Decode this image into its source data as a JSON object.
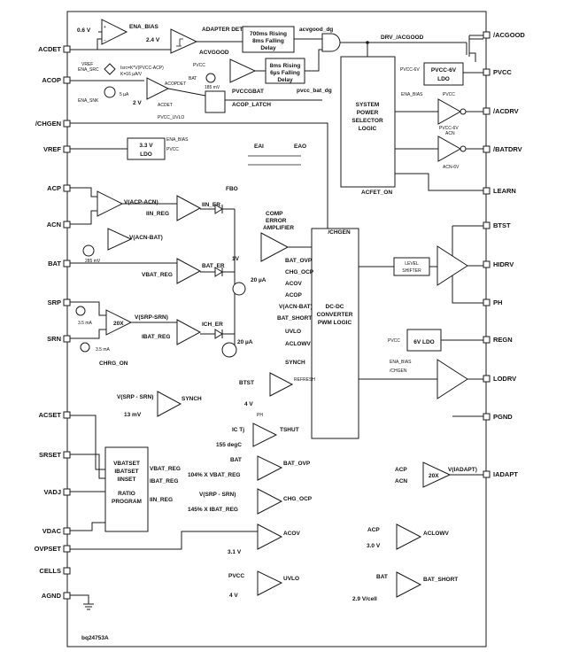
{
  "part_number": "bq24753A",
  "pins": {
    "left": [
      "ACDET",
      "ACOP",
      "/CHGEN",
      "VREF",
      "ACP",
      "ACN",
      "BAT",
      "SRP",
      "SRN",
      "ACSET",
      "SRSET",
      "VADJ",
      "VDAC",
      "OVPSET",
      "CELLS",
      "AGND"
    ],
    "right": [
      "/ACGOOD",
      "PVCC",
      "/ACDRV",
      "/BATDRV",
      "LEARN",
      "BTST",
      "HIDRV",
      "PH",
      "REGN",
      "LODRV",
      "PGND",
      "IADAPT"
    ]
  },
  "refs": {
    "v0p6": "0.6 V",
    "v2p4": "2.4 V",
    "vref": "VREF",
    "i5ua": "5 µA",
    "v2": "2 V",
    "pvcc": "PVCC",
    "bat": "BAT",
    "mv185": "185 mV",
    "acn": "ACN",
    "acp": "ACP",
    "mv285": "285 mV",
    "ma3p5": "3.5 mA",
    "gain20x": "20X",
    "ua20": "20 µA",
    "v1": "1V",
    "btst": "BTST",
    "v4": "4 V",
    "ph": "PH",
    "mv13": "13 mV",
    "ic_tj": "IC Tj",
    "degc155": "155 degC",
    "pct104": "104% X VBAT_REG",
    "pct145": "145% X IBAT_REG",
    "v3p1": "3.1 V",
    "v3p0": "3.0 V",
    "v2p9": "2.9 V/cell"
  },
  "formula": {
    "isrc": "Isrc=K*V(PVCC-ACP)",
    "k": "K=16 µA/V"
  },
  "signals": {
    "ena_bias": "ENA_BIAS",
    "acvgood": "ACVGOOD",
    "acvgood_dg": "acvgood_dg",
    "drv_acgood": "DRV_/ACGOOD",
    "ena_src": "ENA_SRC",
    "ena_snk": "ENA_SNK",
    "acopdet": "ACOPDET",
    "acdet": "ACDET",
    "pvcc_uvlo": "PVCC_UVLO",
    "acop_latch": "ACOP_LATCH",
    "pvccgbat": "PVCCGBAT",
    "pvcc_bat_dg": "pvcc_bat_dg",
    "acfet_on": "ACFET_ON",
    "pvcc_6v": "PVCC-6V",
    "acn_6v": "ACN-6V",
    "chgen": "/CHGEN",
    "v_acp_acn": "V(ACP-ACN)",
    "iin_er": "IIN_ER",
    "iin_reg": "IIN_REG",
    "v_acn_bat": "V(ACN-BAT)",
    "bat_er": "BAT_ER",
    "vbat_reg": "VBAT_REG",
    "v_srp_srn": "V(SRP-SRN)",
    "v_srp_srn_short": "V(SRP - SRN)",
    "ich_er": "ICH_ER",
    "ibat_reg": "IBAT_REG",
    "chrg_on": "CHRG_ON",
    "fbo": "FBO",
    "eai": "EAI",
    "eao": "EAO",
    "refresh": "REFRESH",
    "synch": "SYNCH",
    "tshut": "TSHUT",
    "bat_ovp": "BAT_OVP",
    "chg_ocp": "CHG_OCP",
    "v_iadapt": "V(IADAPT)",
    "acov": "ACOV",
    "aclowv": "ACLOWV",
    "uvlo": "UVLO",
    "bat_short": "BAT_SHORT"
  },
  "blocks": {
    "adapter_detected": "ADAPTER DETECTED",
    "delay_700": [
      "700ms Rising",
      "8ms Falling",
      "Delay"
    ],
    "delay_8": [
      "8ms Rising",
      "6µs Falling",
      "Delay"
    ],
    "selector": [
      "SYSTEM",
      "POWER",
      "SELECTOR",
      "LOGIC"
    ],
    "pvcc_ldo": [
      "PVCC-6V",
      "LDO"
    ],
    "ldo_3v3": [
      "3.3 V",
      "LDO"
    ],
    "comp_amp": [
      "COMP",
      "ERROR",
      "AMPLIFIER"
    ],
    "pwm": [
      "DC-DC",
      "CONVERTER",
      "PWM LOGIC"
    ],
    "level_shifter": [
      "LEVEL",
      "SHIFTER"
    ],
    "ldo_6v": [
      "6V LDO"
    ],
    "ratio": [
      "VBATSET",
      "IBATSET",
      "IINSET",
      "RATIO",
      "PROGRAM"
    ]
  },
  "faults": [
    "BAT_OVP",
    "CHG_OCP",
    "ACOV",
    "ACOP",
    "V(ACN-BAT)",
    "BAT_SHORT",
    "UVLO",
    "ACLOWV",
    "SYNCH"
  ]
}
